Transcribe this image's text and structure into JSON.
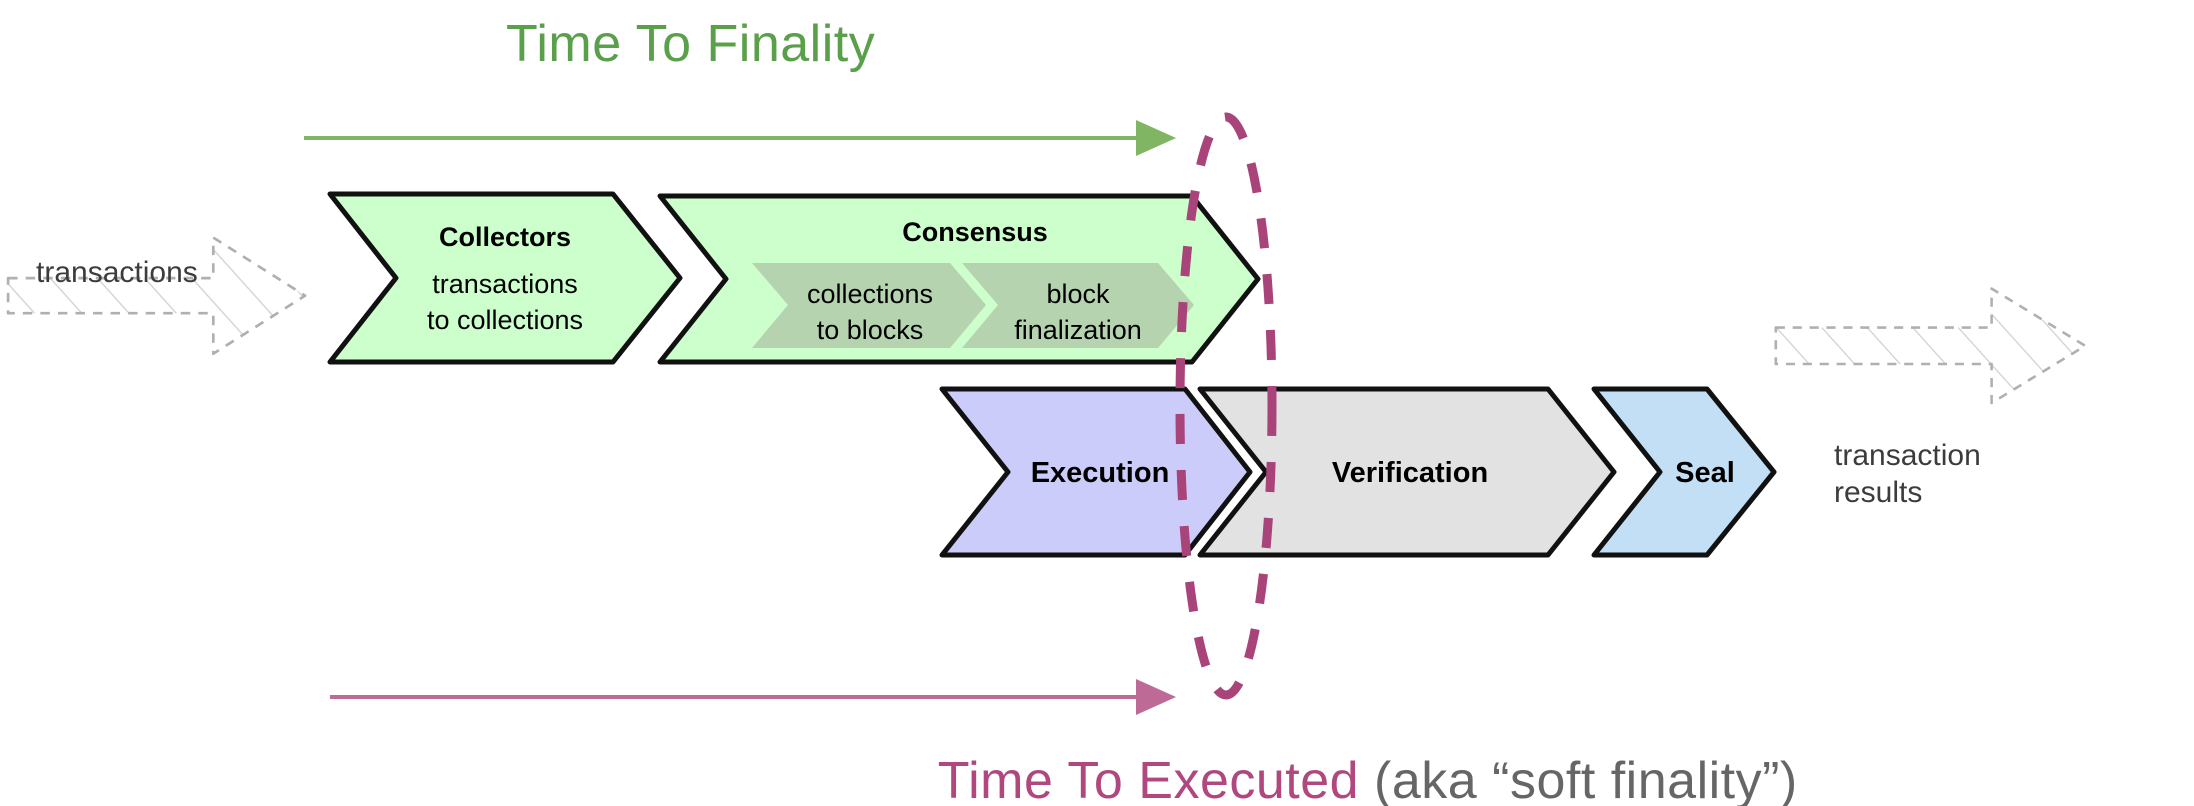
{
  "diagram": {
    "type": "flow-pipeline",
    "background_color": "#ffffff",
    "top_label": "Time To Finality",
    "bottom_label_emphasis": "Time To Executed",
    "bottom_label_rest": " (aka “soft finality”)",
    "colors": {
      "green_accent": "#5aa04b",
      "green_fill": "#ccffcc",
      "green_inner_fill": "#b8d6b2",
      "pink_accent": "#b0477f",
      "pink_dark": "#a8447a",
      "purple_fill": "#ccccfa",
      "gray_fill": "#e2e2e2",
      "blue_fill": "#c2dff5",
      "ghost_outline": "#b5b5b5",
      "stroke": "#000000",
      "muted_text": "#666666"
    }
  },
  "input": {
    "label": "transactions",
    "kind": "ghost-arrow"
  },
  "output": {
    "line1": "transaction",
    "line2": "results",
    "kind": "ghost-arrow"
  },
  "top_row": {
    "stages": [
      {
        "id": "collectors",
        "title": "Collectors",
        "sub_line1": "transactions",
        "sub_line2": "to collections",
        "fill": "#ccffcc"
      },
      {
        "id": "consensus",
        "title": "Consensus",
        "fill": "#ccffcc",
        "inner": [
          {
            "id": "collections-to-blocks",
            "line1": "collections",
            "line2": "to blocks",
            "fill": "#b8d6b2"
          },
          {
            "id": "block-finalization",
            "line1": "block",
            "line2": "finalization",
            "fill": "#b8d6b2"
          }
        ]
      }
    ]
  },
  "bottom_row": {
    "stages": [
      {
        "id": "execution",
        "label": "Execution",
        "fill": "#ccccfa"
      },
      {
        "id": "verification",
        "label": "Verification",
        "fill": "#e2e2e2"
      },
      {
        "id": "seal",
        "label": "Seal",
        "fill": "#c2dff5"
      }
    ]
  },
  "annotations": {
    "finality_marker": "dashed-ellipse",
    "top_arrow": "time-to-finality-arrow",
    "bottom_arrow": "time-to-executed-arrow"
  }
}
